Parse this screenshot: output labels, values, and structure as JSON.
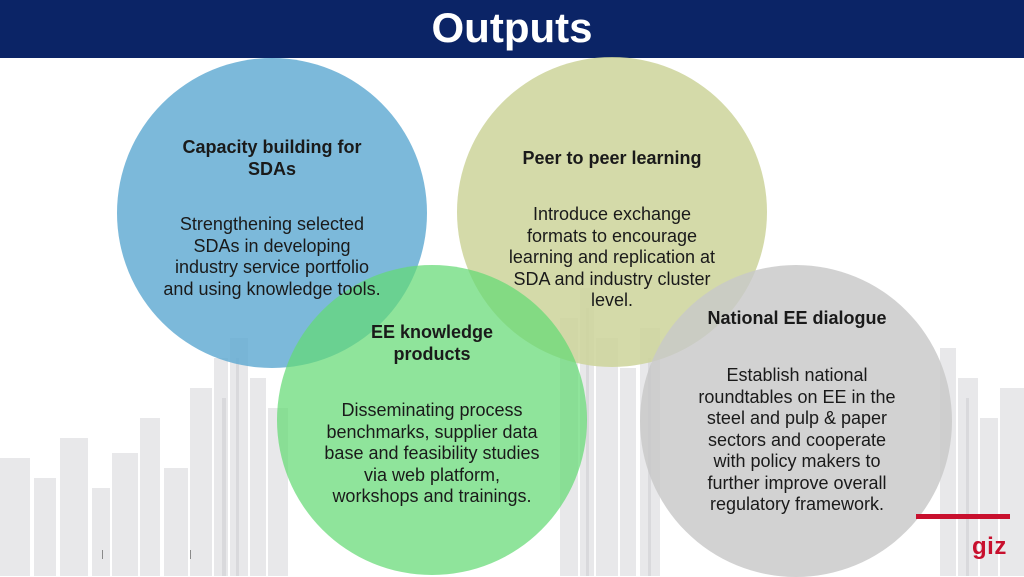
{
  "slide": {
    "title": "Outputs",
    "logo_text": "giz"
  },
  "circles": [
    {
      "id": "capacity",
      "title": "Capacity building for SDAs",
      "body": "Strengthening selected SDAs in developing industry service portfolio and using knowledge tools.",
      "color": "#5fa9d2"
    },
    {
      "id": "peer",
      "title": "Peer to peer learning",
      "body": "Introduce exchange formats to encourage learning and replication at SDA and industry cluster level.",
      "color": "#ccd49a"
    },
    {
      "id": "products",
      "title": "EE knowledge products",
      "body": "Disseminating process benchmarks, supplier data base and feasibility studies via web platform, workshops and trainings.",
      "color": "#72dc80"
    },
    {
      "id": "dialogue",
      "title": "National EE dialogue",
      "body": "Establish national roundtables on EE in the steel and pulp & paper sectors and cooperate with policy makers to further improve overall regulatory framework.",
      "color": "#c9c9c9"
    }
  ],
  "colors": {
    "banner": "#0b2466",
    "accent_red": "#c8102e"
  }
}
